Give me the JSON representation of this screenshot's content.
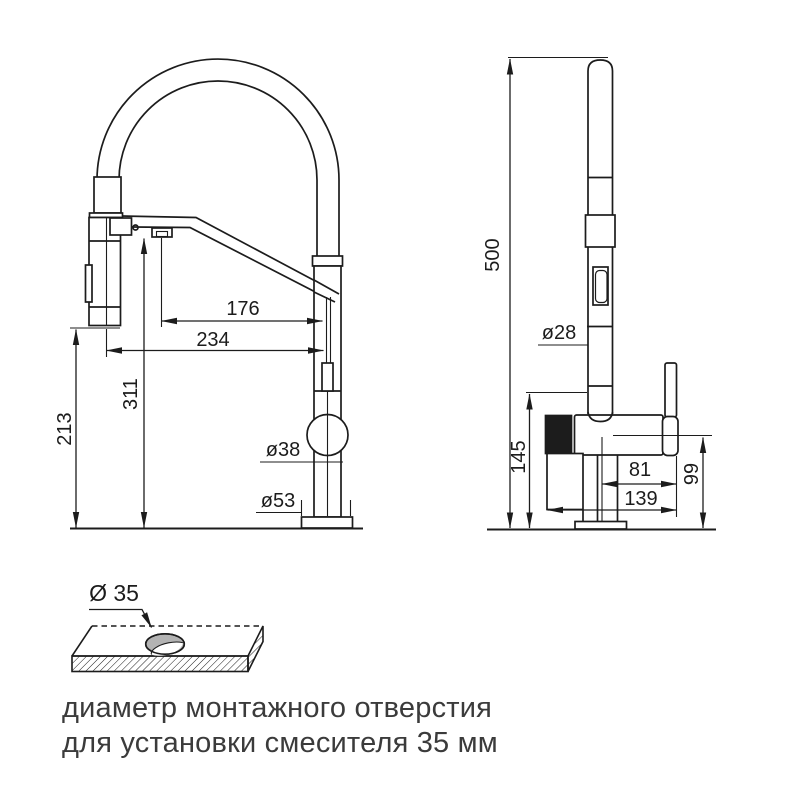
{
  "front_view": {
    "label_176": "176",
    "label_234": "234",
    "label_311": "311",
    "label_213": "213",
    "label_d38": "ø38",
    "label_d53": "ø53"
  },
  "side_view": {
    "label_500": "500",
    "label_d28": "ø28",
    "label_145": "145",
    "label_81": "81",
    "label_99": "99",
    "label_139": "139"
  },
  "mounting": {
    "hole_label": "Ø 35",
    "caption_line1": "диаметр монтажного отверстия",
    "caption_line2": "для установки смесителя 35 мм"
  },
  "colors": {
    "line": "#1c1c1c",
    "caption_text": "#3b3b3b",
    "hole_gray": "#b3b3b3",
    "background": "#ffffff"
  }
}
